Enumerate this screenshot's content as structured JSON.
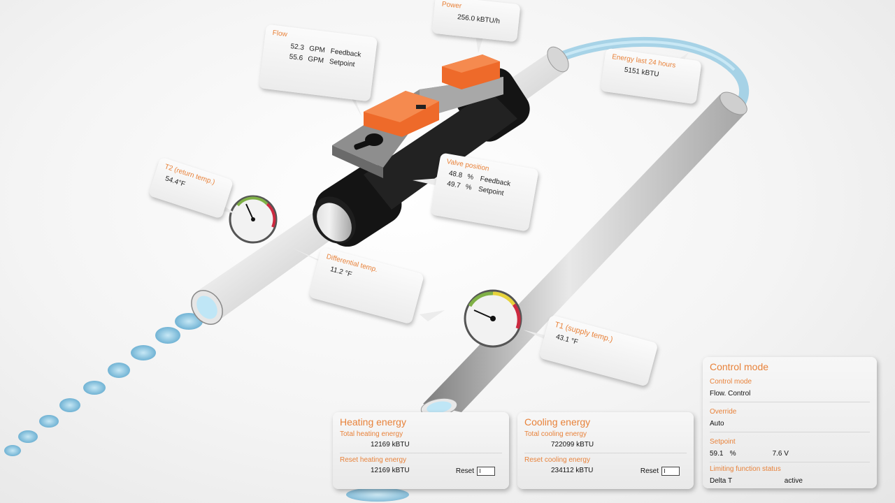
{
  "callouts": {
    "power": {
      "title": "Power",
      "value": "256.0 kBTU/h"
    },
    "flow": {
      "title": "Flow",
      "feedback_value": "52.3",
      "setpoint_value": "55.6",
      "unit": "GPM",
      "feedback_label": "Feedback",
      "setpoint_label": "Setpoint"
    },
    "energy_24h": {
      "title": "Energy last 24 hours",
      "value": "5151 kBTU"
    },
    "t2": {
      "title": "T2 (return temp.)",
      "value": "54.4°F"
    },
    "valve": {
      "title": "Valve position",
      "feedback_value": "48.8",
      "setpoint_value": "49.7",
      "unit": "%",
      "feedback_label": "Feedback",
      "setpoint_label": "Setpoint"
    },
    "diff": {
      "title": "Differential temp.",
      "value": "11.2 °F"
    },
    "t1": {
      "title": "T1 (supply temp.)",
      "value": "43.1 °F"
    }
  },
  "heating": {
    "title": "Heating energy",
    "total_label": "Total heating energy",
    "total_value": "12169 kBTU",
    "reset_label": "Reset heating energy",
    "reset_value": "12169 kBTU",
    "reset_button": "Reset"
  },
  "cooling": {
    "title": "Cooling energy",
    "total_label": "Total cooling energy",
    "total_value": "722099 kBTU",
    "reset_label": "Reset cooling energy",
    "reset_value": "234112 kBTU",
    "reset_button": "Reset"
  },
  "control": {
    "title": "Control mode",
    "mode_label": "Control mode",
    "mode_value": "Flow. Control",
    "override_label": "Override",
    "override_value": "Auto",
    "setpoint_label": "Setpoint",
    "setpoint_percent": "59.1",
    "setpoint_unit": "%",
    "setpoint_volt": "7.6 V",
    "limit_label": "Limiting function status",
    "limit_name": "Delta T",
    "limit_status": "active"
  },
  "colors": {
    "accent": "#e8823a",
    "actuator": "#ee6a2a"
  }
}
